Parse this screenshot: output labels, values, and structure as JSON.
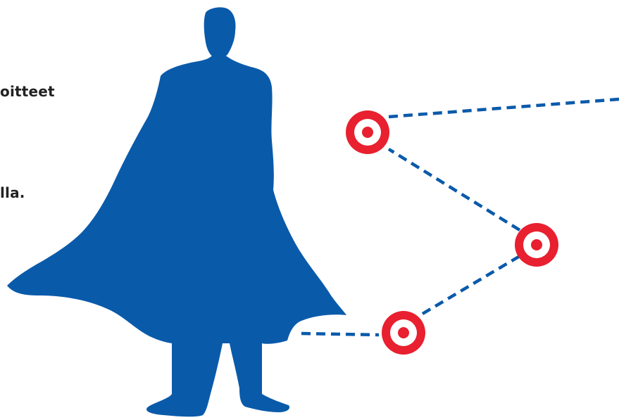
{
  "text_fragments": [
    "oitteet",
    "lla."
  ],
  "colors": {
    "silhouette": "#0A5AAA",
    "path_line": "#0A5AAA",
    "target": "#E8202F",
    "background": "#FFFFFF"
  },
  "icons": {
    "figure": "caped-hero-silhouette",
    "target": "target-icon",
    "path": "dashed-path"
  },
  "target_count": 3
}
